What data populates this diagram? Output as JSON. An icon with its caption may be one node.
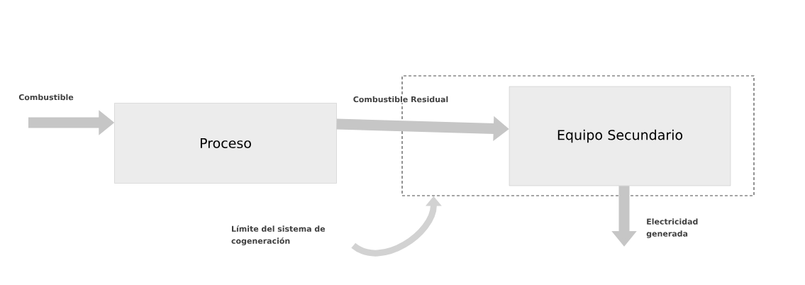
{
  "diagram": {
    "nodes": [
      {
        "text": [
          "Proceso"
        ]
      },
      {
        "text": [],
        "shape": "box"
      },
      {
        "text": [
          "Equipo Secundario"
        ],
        "in": 1
      },
      {
        "text": [
          "Límite del sistema de cogeneración"
        ]
      }
    ],
    "edges": [
      {
        "from": null,
        "to": 0,
        "arrow": "to",
        "label": "Combustible"
      },
      {
        "from": 0,
        "to": 2,
        "arrow": "to",
        "label": "Combustible Residual"
      },
      {
        "from": 2,
        "to": null,
        "arrow": "to",
        "label": "Electricidad generada"
      },
      {
        "from": 3,
        "to": 1,
        "arrow": "to"
      }
    ]
  }
}
